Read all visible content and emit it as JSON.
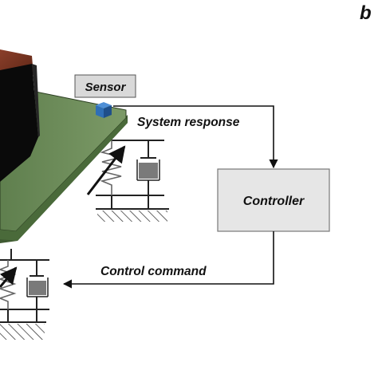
{
  "panel_label": "b",
  "labels": {
    "sensor": "Sensor",
    "system_response": "System response",
    "controller": "Controller",
    "control_command": "Control command"
  },
  "colors": {
    "platform_top": "#6d8c5a",
    "platform_side": "#3f5a31",
    "mass_front": "#0a0a0a",
    "mass_top": "#7a3422",
    "sensor_cube": "#2f6fb6",
    "sensor_box_fill": "#d9d9d9",
    "controller_box_fill": "#e6e6e6",
    "line": "#111111",
    "damper": "#7a7a7a",
    "actuator_arrow": "#111111"
  }
}
